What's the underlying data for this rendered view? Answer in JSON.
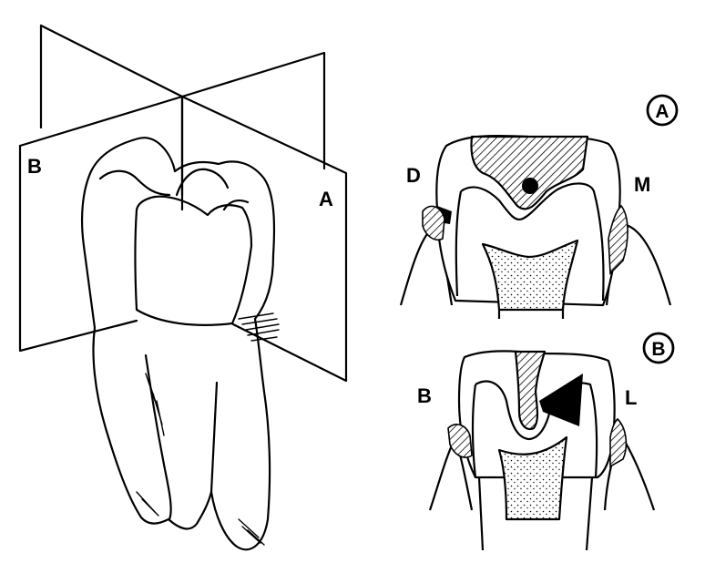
{
  "figure": {
    "plane_labels": {
      "plane_b": "B",
      "plane_a": "A"
    },
    "section_a": {
      "badge": "A",
      "left_label": "D",
      "right_label": "M"
    },
    "section_b": {
      "badge": "B",
      "left_label": "B",
      "right_label": "L"
    }
  }
}
